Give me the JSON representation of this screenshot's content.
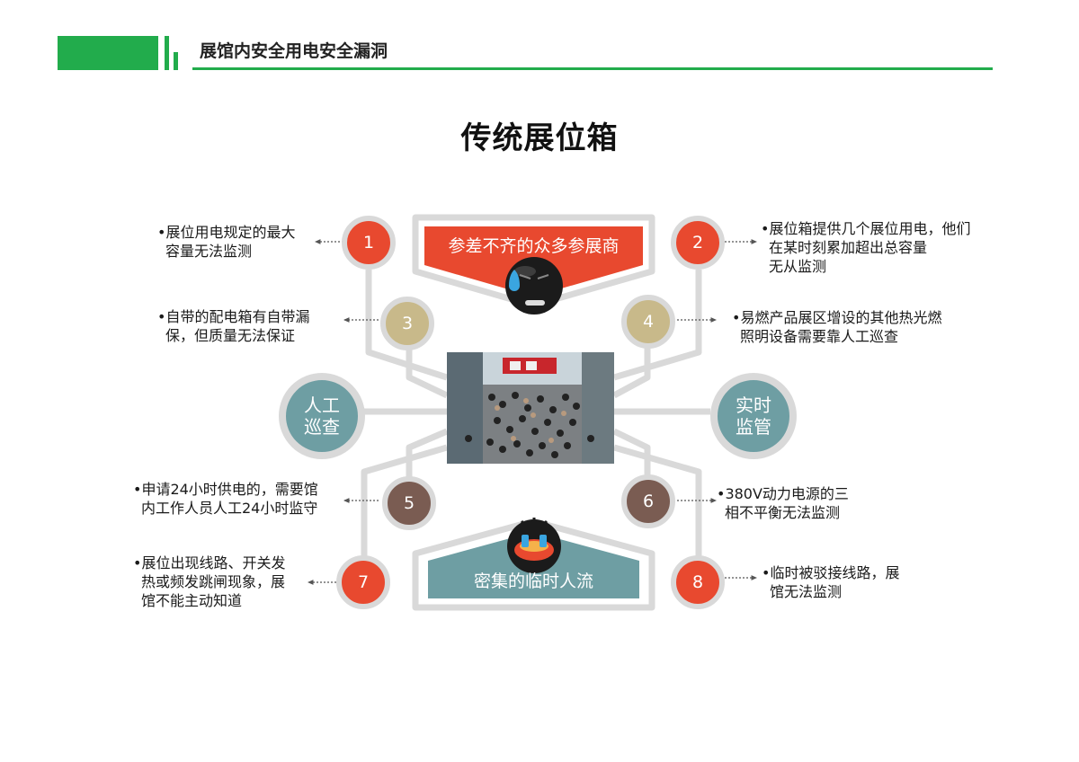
{
  "header": {
    "title": "展馆内安全用电安全漏洞"
  },
  "main_title": "传统展位箱",
  "top_banner": "参差不齐的众多参展商",
  "bottom_banner": "密集的临时人流",
  "side_circles": {
    "left": [
      "人工",
      "巡查"
    ],
    "right": [
      "实时",
      "监管"
    ]
  },
  "numbers": [
    "1",
    "2",
    "3",
    "4",
    "5",
    "6",
    "7",
    "8"
  ],
  "notes": {
    "n1": [
      "•展位用电规定的最大",
      "容量无法监测"
    ],
    "n2": [
      "•展位箱提供几个展位用电，他们",
      "在某时刻累加超出总容量",
      "无从监测"
    ],
    "n3": [
      "•自带的配电箱有自带漏",
      "保，但质量无法保证"
    ],
    "n4": [
      "•易燃产品展区增设的其他热光燃",
      "照明设备需要靠人工巡查"
    ],
    "n5": [
      "•申请24小时供电的，需要馆",
      "内工作人员人工24小时监守"
    ],
    "n6": [
      "•380V动力电源的三",
      "相不平衡无法监测"
    ],
    "n7": [
      "•展位出现线路、开关发",
      "热或频发跳闸现象，展",
      "馆不能主动知道"
    ],
    "n8": [
      "•临时被驳接线路，展",
      "馆无法监测"
    ]
  },
  "colors": {
    "green": "#22ac4c",
    "red": "#e8492f",
    "tan": "#c8b98a",
    "brown": "#7a5c52",
    "teal": "#6e9ea3",
    "gray": "#d9d9d9"
  }
}
